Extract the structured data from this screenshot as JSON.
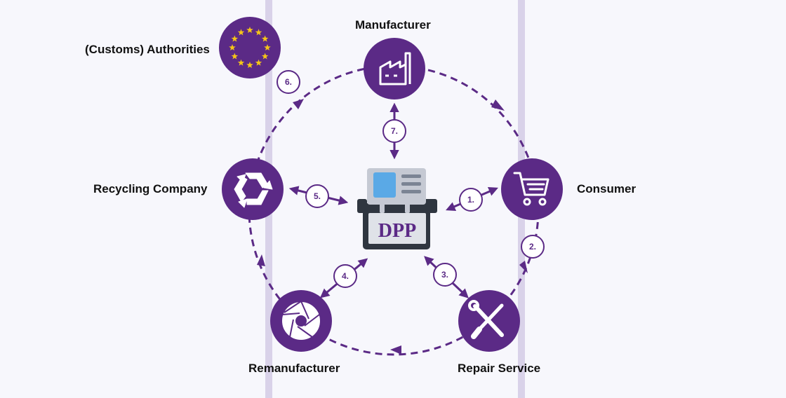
{
  "colors": {
    "primary": "#5b2a86",
    "background": "#f7f7fc",
    "panel_border": "#d9d2e9",
    "eu_star": "#f5c518",
    "dpp_screen": "#5aa9e6"
  },
  "center": {
    "label": "DPP"
  },
  "nodes": {
    "manufacturer": {
      "label": "Manufacturer",
      "icon": "factory-icon"
    },
    "consumer": {
      "label": "Consumer",
      "icon": "shopping-cart-icon"
    },
    "repair": {
      "label": "Repair Service",
      "icon": "wrench-screwdriver-icon"
    },
    "remanufacturer": {
      "label": "Remanufacturer",
      "icon": "aperture-icon"
    },
    "recycling": {
      "label": "Recycling Company",
      "icon": "recycle-icon"
    },
    "authorities": {
      "label": "(Customs) Authorities",
      "icon": "eu-flag-icon"
    }
  },
  "steps": {
    "s1": "1.",
    "s2": "2.",
    "s3": "3.",
    "s4": "4.",
    "s5": "5.",
    "s6": "6.",
    "s7": "7."
  }
}
